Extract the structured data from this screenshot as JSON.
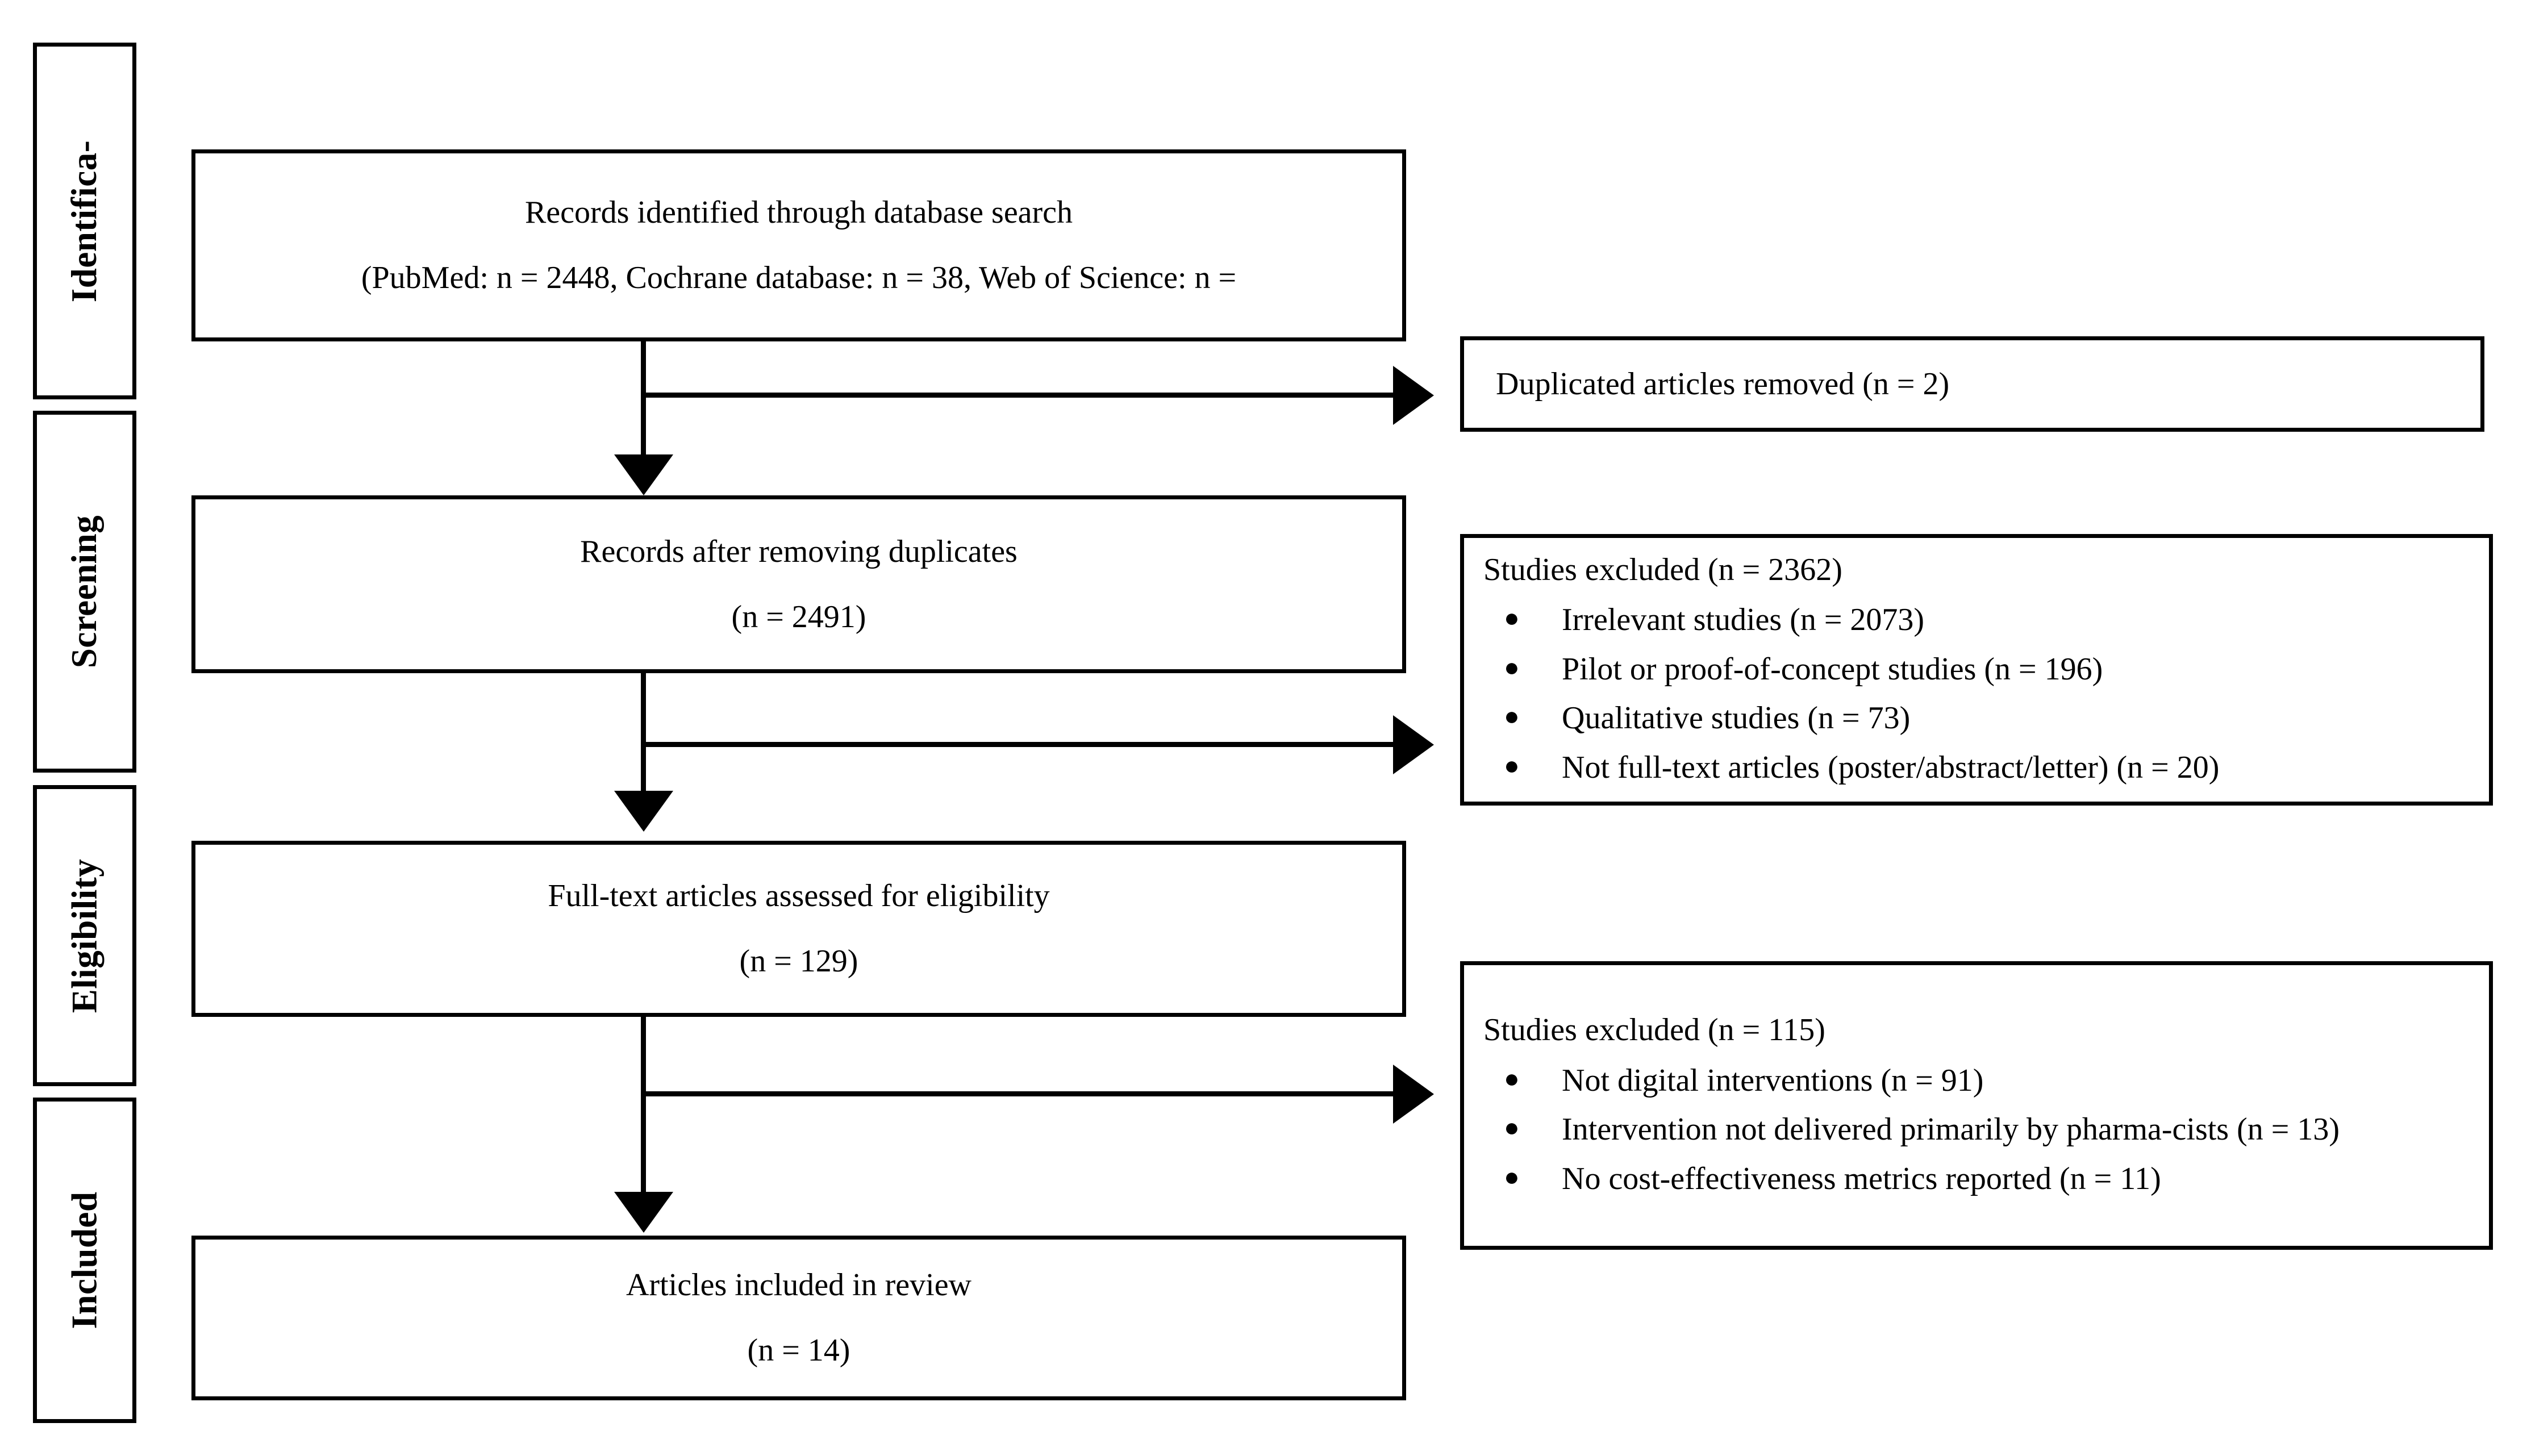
{
  "diagram": {
    "title": "PRISMA flow diagram of study selection",
    "type": "prisma-flow-diagram",
    "line_color": "#000000",
    "background_color": "#ffffff"
  },
  "stages": [
    {
      "id": "identification",
      "label": "Identifica-"
    },
    {
      "id": "screening",
      "label": "Screening"
    },
    {
      "id": "eligibility",
      "label": "Eligibility"
    },
    {
      "id": "included",
      "label": "Included"
    }
  ],
  "flow_boxes": [
    {
      "id": "records-identified",
      "line1": "Records identified through database search",
      "line2": "(PubMed: n = 2448, Cochrane database: n = 38, Web of Science: n ="
    },
    {
      "id": "records-after-duplicates",
      "line1": "Records after removing duplicates",
      "line2": "(n = 2491)"
    },
    {
      "id": "full-text-assessed",
      "line1": "Full-text articles assessed for eligibility",
      "line2": "(n = 129)"
    },
    {
      "id": "articles-included",
      "line1": "Articles included in review",
      "line2": "(n = 14)"
    }
  ],
  "exclusion_boxes": [
    {
      "id": "duplicates-removed",
      "heading": "Duplicated articles removed (n = 2)",
      "bullets": []
    },
    {
      "id": "studies-excluded-screening",
      "heading": "Studies excluded (n = 2362)",
      "bullets": [
        "Irrelevant studies (n = 2073)",
        "Pilot or proof-of-concept studies (n = 196)",
        "Qualitative studies (n = 73)",
        "Not full-text articles (poster/abstract/letter) (n = 20)"
      ]
    },
    {
      "id": "studies-excluded-eligibility",
      "heading": "Studies excluded (n = 115)",
      "bullets": [
        "Not digital interventions (n = 91)",
        "Intervention not delivered primarily by pharma-cists (n = 13)",
        "No cost-effectiveness metrics reported (n = 11)"
      ]
    }
  ],
  "bullet_glyph": "●",
  "counts": {
    "pubmed": 2448,
    "cochrane": 38,
    "duplicates_removed": 2,
    "after_duplicates": 2491,
    "excluded_screening_total": 2362,
    "irrelevant_studies": 2073,
    "pilot_proof_of_concept": 196,
    "qualitative_studies": 73,
    "not_full_text": 20,
    "full_text_assessed": 129,
    "excluded_eligibility_total": 115,
    "not_digital_interventions": 91,
    "not_pharmacist_delivered": 13,
    "no_cost_effectiveness": 11,
    "included": 14
  }
}
